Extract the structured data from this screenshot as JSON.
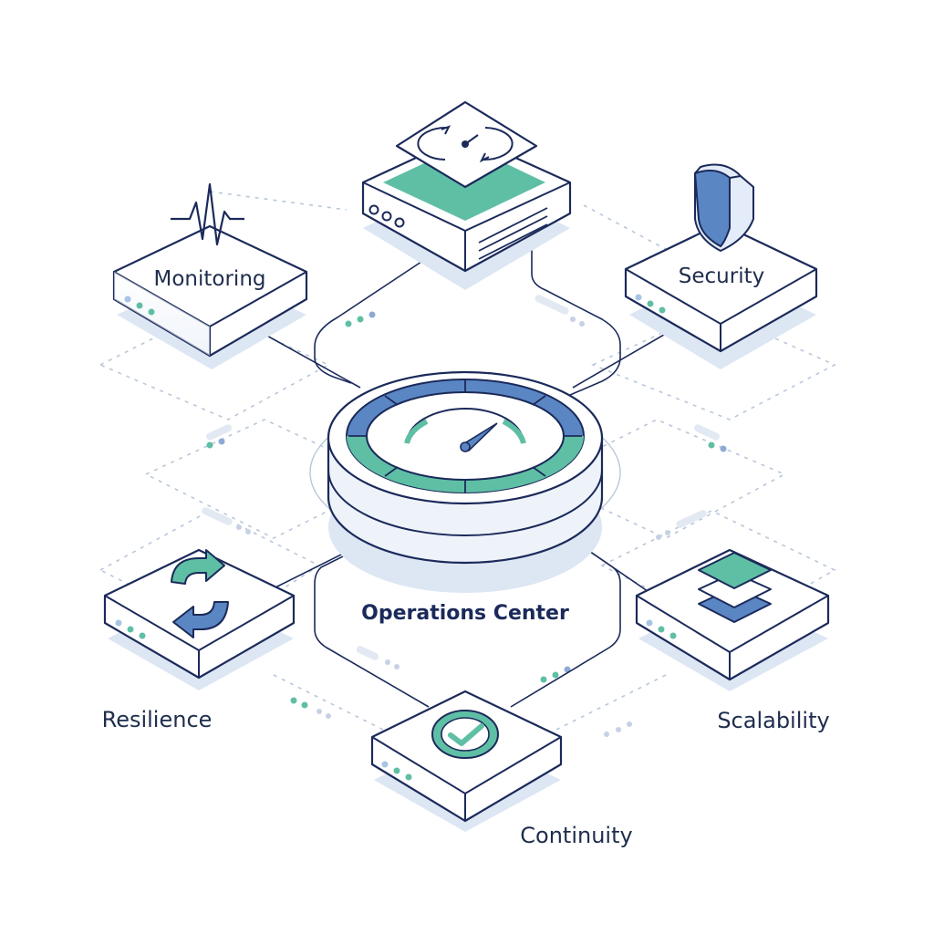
{
  "diagram": {
    "center": {
      "label": "Operations Center"
    },
    "nodes": [
      {
        "id": "monitoring",
        "label": "Monitoring"
      },
      {
        "id": "security",
        "label": "Security"
      },
      {
        "id": "resilience",
        "label": "Resilience"
      },
      {
        "id": "scalability",
        "label": "Scalability"
      },
      {
        "id": "continuity",
        "label": "Continuity"
      }
    ],
    "icons": {
      "top": "refresh-gauge-icon",
      "monitoring": "heartbeat-icon",
      "security": "shield-icon",
      "center": "speedometer-icon",
      "resilience": "sync-arrows-icon",
      "scalability": "layers-icon",
      "continuity": "checkmark-icon"
    }
  },
  "colors": {
    "outline": "#1b2a5a",
    "teal": "#5fbfa5",
    "blue": "#5b86c4",
    "shadow": "#dde6f3",
    "dash": "#b9c7da",
    "face": "#ffffff",
    "side": "#eef3fa"
  }
}
